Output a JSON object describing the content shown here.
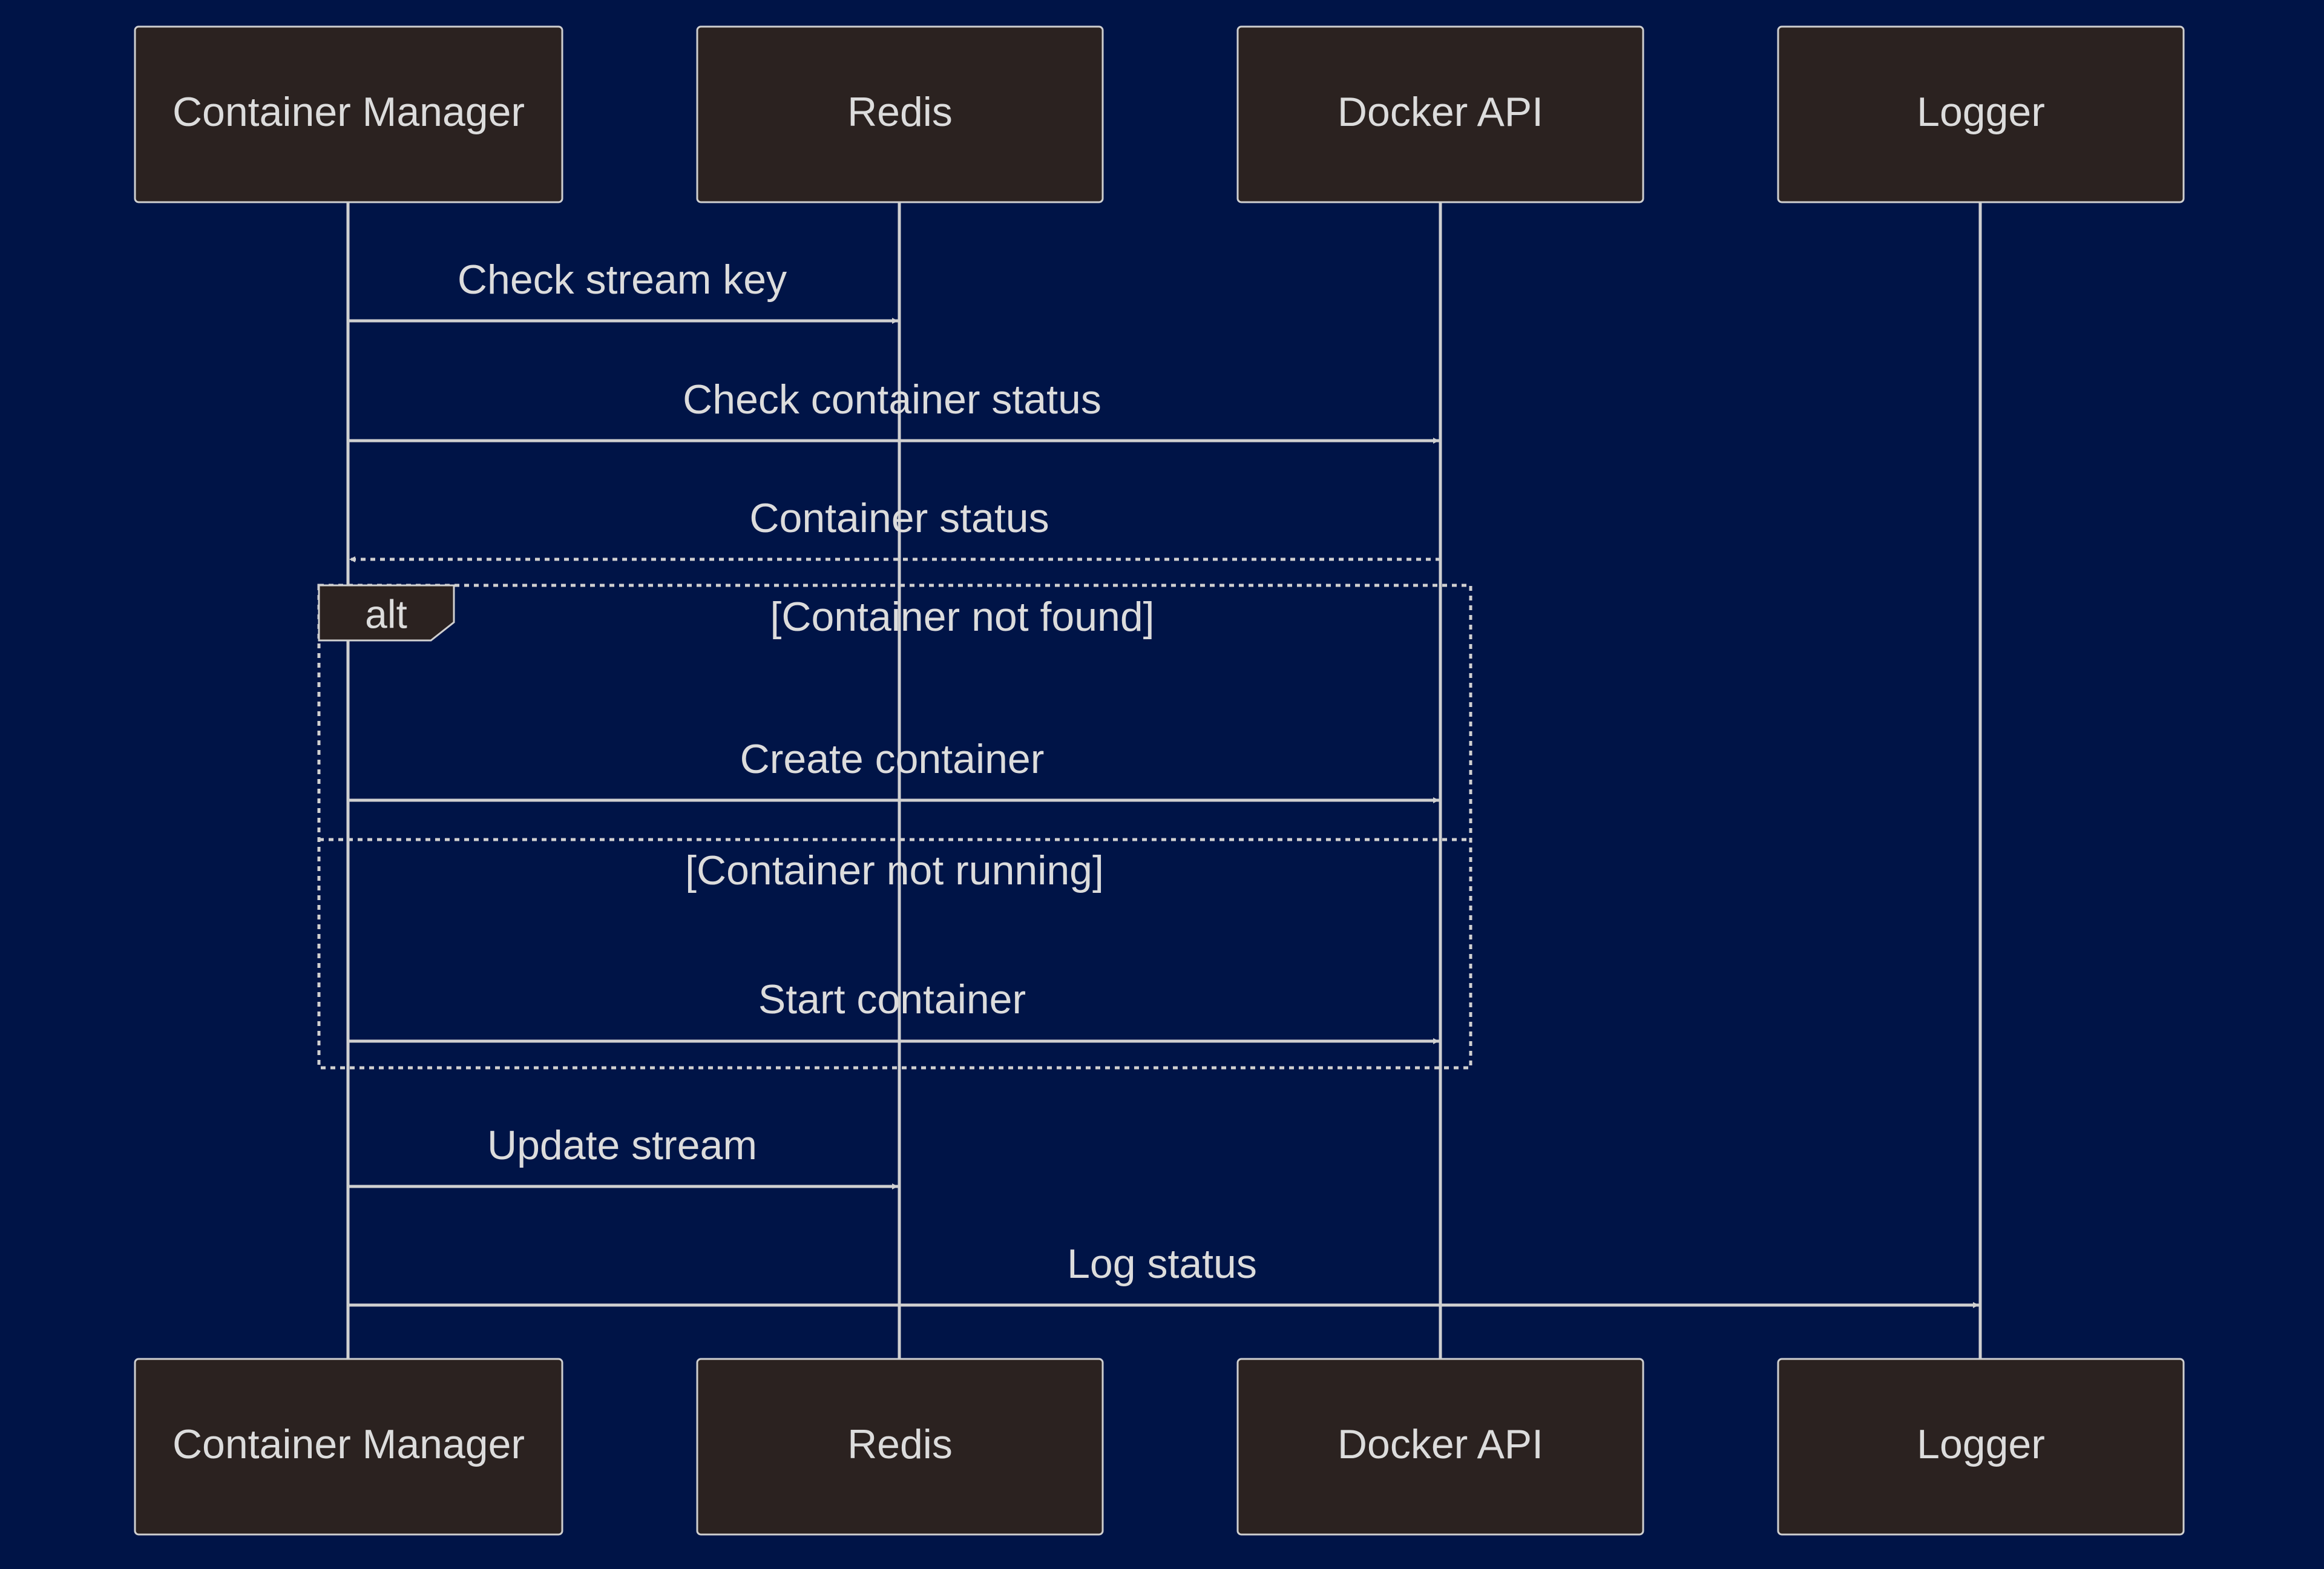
{
  "diagram": {
    "type": "sequence",
    "participants": [
      {
        "id": "cm",
        "label": "Container Manager"
      },
      {
        "id": "redis",
        "label": "Redis"
      },
      {
        "id": "docker",
        "label": "Docker API"
      },
      {
        "id": "logger",
        "label": "Logger"
      }
    ],
    "messages": [
      {
        "from": "cm",
        "to": "redis",
        "label": "Check stream key",
        "style": "solid"
      },
      {
        "from": "cm",
        "to": "docker",
        "label": "Check container status",
        "style": "solid"
      },
      {
        "from": "docker",
        "to": "cm",
        "label": "Container status",
        "style": "dashed"
      },
      {
        "from": "cm",
        "to": "docker",
        "label": "Create container",
        "style": "solid"
      },
      {
        "from": "cm",
        "to": "docker",
        "label": "Start container",
        "style": "solid"
      },
      {
        "from": "cm",
        "to": "redis",
        "label": "Update stream",
        "style": "solid"
      },
      {
        "from": "cm",
        "to": "logger",
        "label": "Log status",
        "style": "solid"
      }
    ],
    "alt_block": {
      "label": "alt",
      "conditions": [
        "[Container not found]",
        "[Container not running]"
      ]
    },
    "colors": {
      "background": "#001447",
      "box_fill": "#2b2220",
      "stroke": "#d0d0d0",
      "text": "#dcdcdc"
    }
  }
}
